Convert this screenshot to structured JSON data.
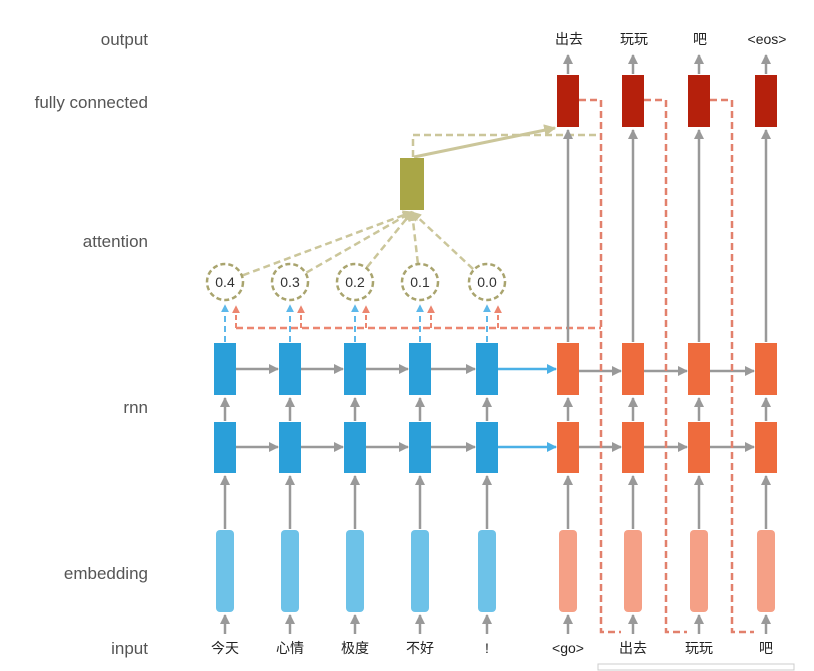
{
  "row_labels": {
    "output": "output",
    "fully_connected": "fully connected",
    "attention": "attention",
    "rnn": "rnn",
    "embedding": "embedding",
    "input": "input"
  },
  "encoder_inputs": [
    "今天",
    "心情",
    "极度",
    "不好",
    "!"
  ],
  "decoder_inputs": [
    "<go>",
    "出去",
    "玩玩",
    "吧"
  ],
  "decoder_outputs": [
    "出去",
    "玩玩",
    "吧",
    "<eos>"
  ],
  "attention_weights": [
    "0.4",
    "0.3",
    "0.2",
    "0.1",
    "0.0"
  ],
  "colors": {
    "arrow": "#999999",
    "encoder_embedding": "#6DC2E8",
    "encoder_rnn": "#2A9FD9",
    "decoder_embedding": "#F5A086",
    "decoder_rnn": "#EE6B3D",
    "fully_connected": "#B5200C",
    "attention_context": "#A9A646",
    "attention_line": "#CBC69A",
    "score_circle": "#A9A46E",
    "encoder_to_decoder": "#4AB0E6",
    "encoder_state_dash": "#5DB8EA",
    "decoder_state_dash": "#EC8670",
    "feedback": "#E2806C"
  }
}
